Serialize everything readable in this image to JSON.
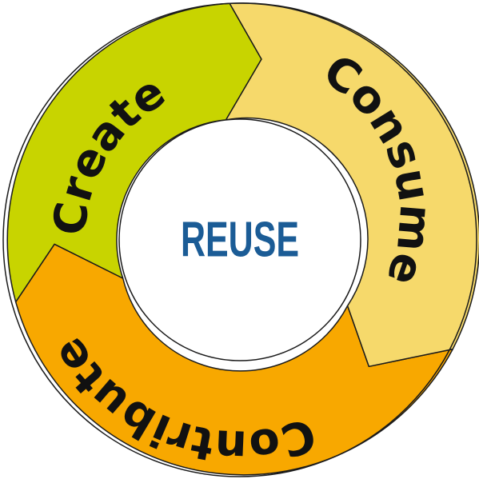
{
  "cycle": {
    "center": {
      "label": "REUSE",
      "color": "#1b5c96"
    },
    "segments": [
      {
        "key": "create",
        "label": "Create",
        "color": "#c8d400"
      },
      {
        "key": "consume",
        "label": "Consume",
        "color": "#f6d96b"
      },
      {
        "key": "contribute",
        "label": "Contribute",
        "color": "#f8a800"
      }
    ],
    "outline_color": "#1a1a1a"
  }
}
